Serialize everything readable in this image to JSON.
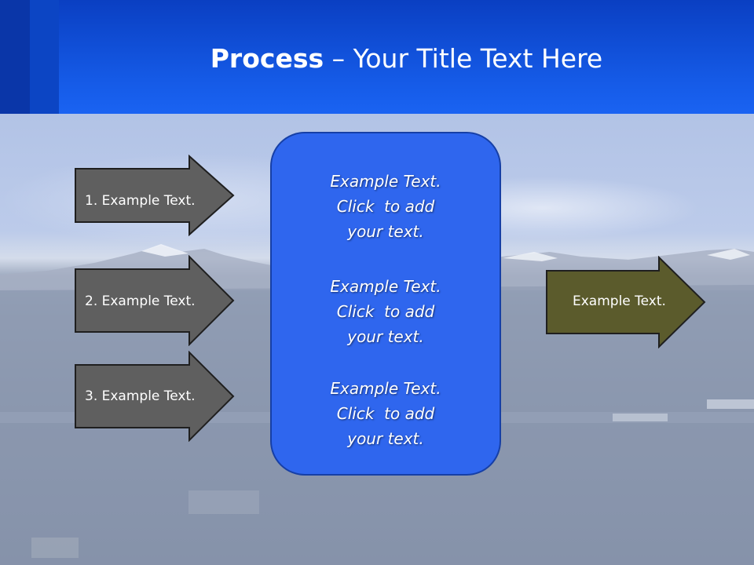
{
  "slide": {
    "title_bold": "Process",
    "title_rest": " – Your Title Text Here"
  },
  "left_arrows": [
    {
      "label": "1. Example Text."
    },
    {
      "label": "2. Example Text."
    },
    {
      "label": "3. Example Text."
    }
  ],
  "center_box": {
    "blocks": [
      {
        "line1": "Example Text.",
        "line2": "Click  to add",
        "line3": "your text."
      },
      {
        "line1": "Example Text.",
        "line2": "Click  to add",
        "line3": "your text."
      },
      {
        "line1": "Example Text.",
        "line2": "Click  to add",
        "line3": "your text."
      }
    ]
  },
  "right_arrow": {
    "label": "Example Text."
  },
  "colors": {
    "header_blue": "#155ae6",
    "left_arrow_fill": "#5f5f5f",
    "right_arrow_fill": "#5b5b2c",
    "center_box_fill": "#2f66ee"
  }
}
